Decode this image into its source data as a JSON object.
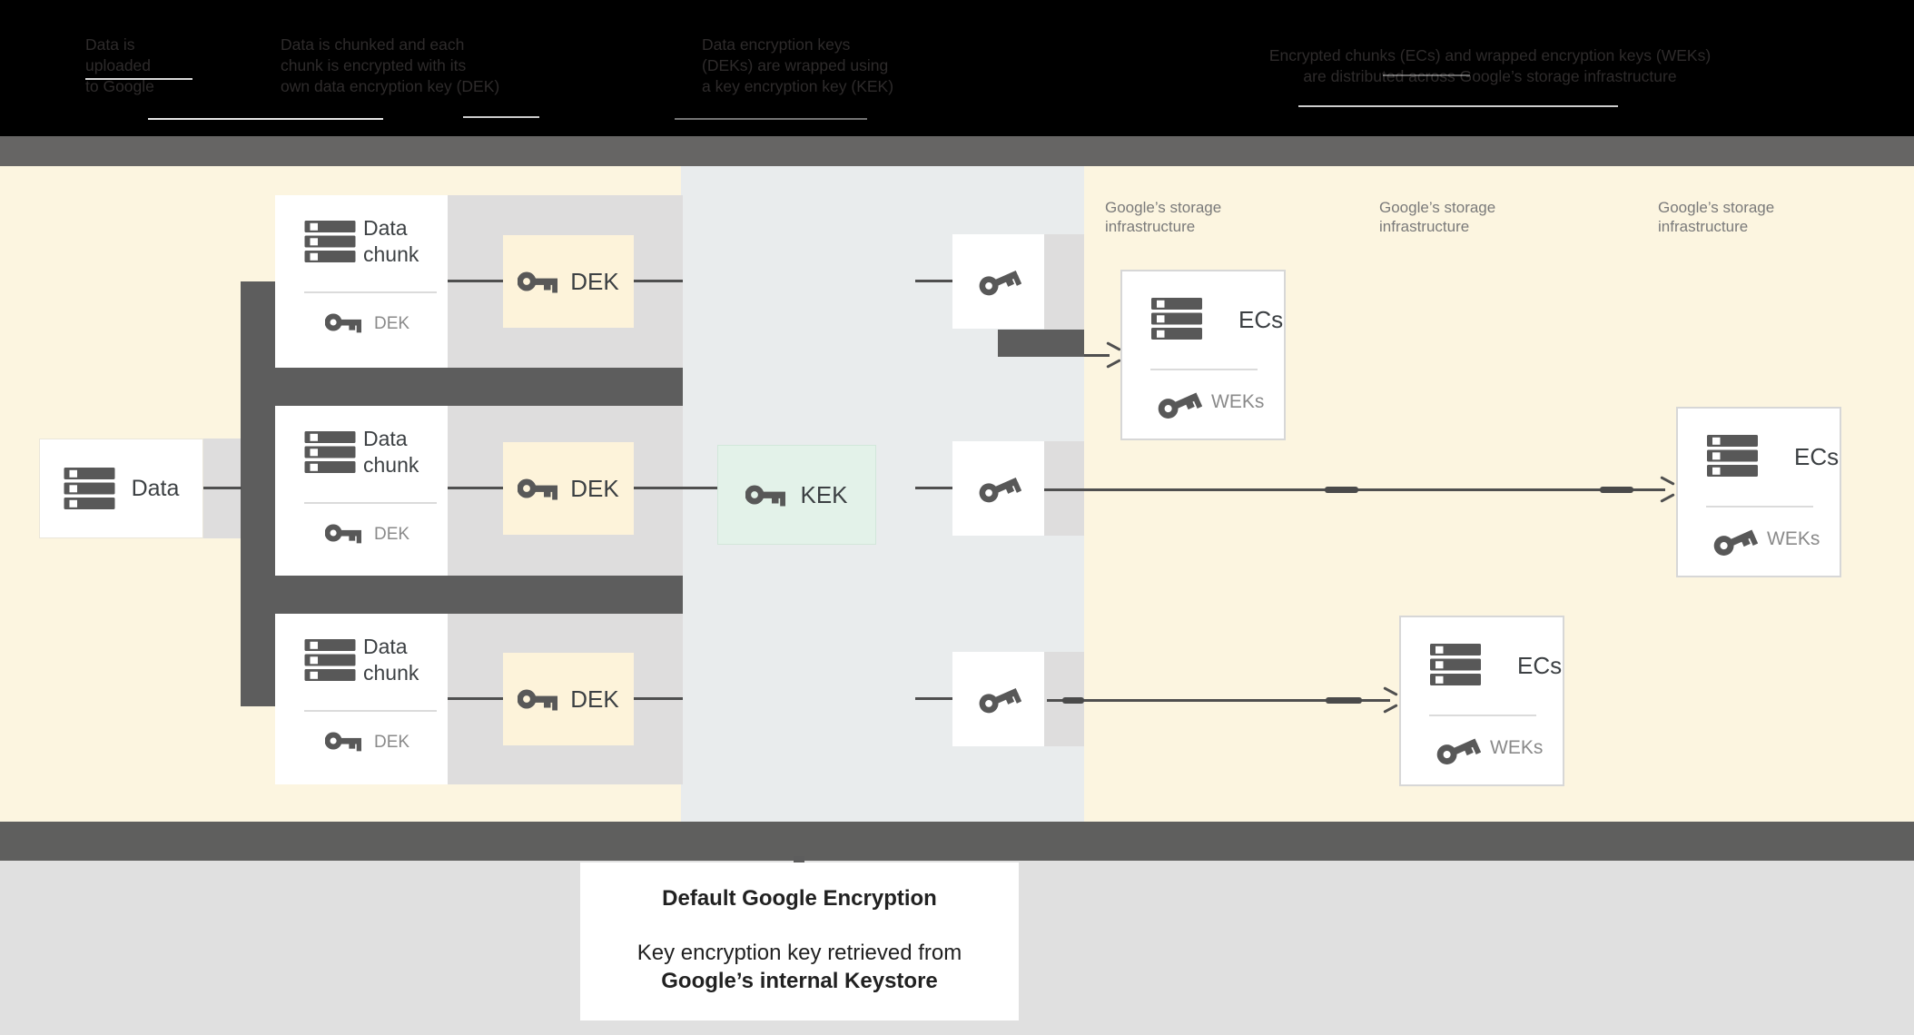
{
  "header": {
    "steps": [
      {
        "line1": "Data is",
        "line2": "uploaded",
        "line3": "to Google"
      },
      {
        "line1": "Data is chunked and each",
        "line2": "chunk is encrypted with its",
        "line3": "own data encryption key (DEK)"
      },
      {
        "line1": "Data encryption keys",
        "line2": "(DEKs) are wrapped using",
        "line3": "a key encryption key (KEK)"
      },
      {
        "line1": "Encrypted chunks (ECs) and wrapped encryption keys (WEKs)",
        "line2": "are distributed across Google’s storage infrastructure"
      }
    ]
  },
  "diagram": {
    "data_box": {
      "label": "Data"
    },
    "chunk_cards": [
      {
        "title_line1": "Data",
        "title_line2": "chunk",
        "key_label": "DEK"
      },
      {
        "title_line1": "Data",
        "title_line2": "chunk",
        "key_label": "DEK"
      },
      {
        "title_line1": "Data",
        "title_line2": "chunk",
        "key_label": "DEK"
      }
    ],
    "dek_boxes": [
      {
        "label": "DEK"
      },
      {
        "label": "DEK"
      },
      {
        "label": "DEK"
      }
    ],
    "kek_box": {
      "label": "KEK"
    },
    "storage_labels": [
      {
        "line1": "Google’s storage",
        "line2": "infrastructure"
      },
      {
        "line1": "Google’s storage",
        "line2": "infrastructure"
      },
      {
        "line1": "Google’s storage",
        "line2": "infrastructure"
      }
    ],
    "ec_boxes": [
      {
        "title": "ECs",
        "key_label": "WEKs"
      },
      {
        "title": "ECs",
        "key_label": "WEKs"
      },
      {
        "title": "ECs",
        "key_label": "WEKs"
      }
    ]
  },
  "caption": {
    "title": "Default Google Encryption",
    "line1": "Key encryption key retrieved from",
    "line2": "Google’s internal Keystore"
  },
  "colors": {
    "header_bg": "#000000",
    "header_text": "#2e2b2b",
    "divider_bar": "#666564",
    "cream_bg": "#fcf5e0",
    "middle_band": "#e9eced",
    "gray_strip": "#dedddd",
    "dark_connector": "#5d5d5d",
    "dek_fill": "#fdf3da",
    "kek_fill": "#e3f2e9",
    "kek_border": "#d2e7da",
    "line": "#4f4f4f",
    "icon_gray": "#585858",
    "muted_text": "#8a8a8a",
    "storage_label_text": "#7a7a7a",
    "dark_text": "#3c4043",
    "bottom_bar": "#5f5f5e",
    "bottom_bg": "#e0e0e0",
    "caption_text": "#212121"
  }
}
